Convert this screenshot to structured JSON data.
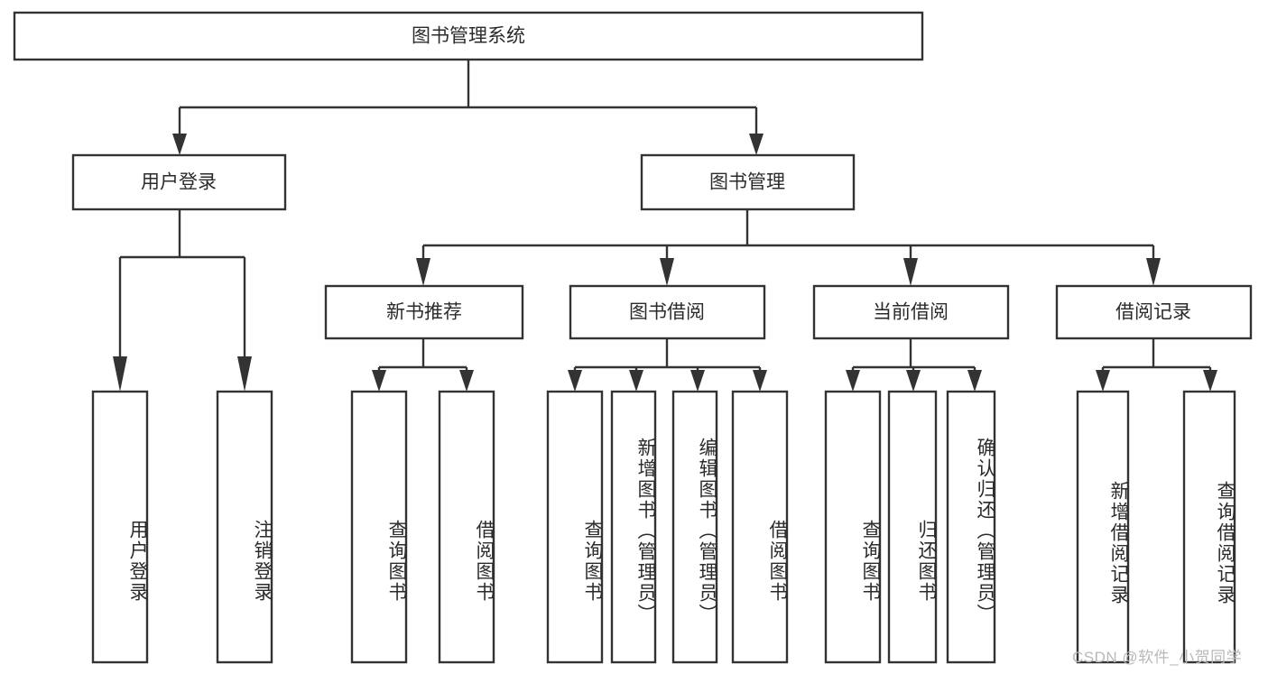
{
  "diagram": {
    "type": "tree-hierarchy",
    "title": "图书管理系统",
    "watermark": "CSDN @软件_小贺同学",
    "colors": {
      "stroke": "#333333",
      "box_fill": "#ffffff",
      "text": "#2b2b2b",
      "background": "#ffffff",
      "watermark": "#b9b9b9"
    },
    "root": {
      "label": "图书管理系统",
      "children": [
        {
          "label": "用户登录",
          "children": [
            {
              "label": "用户登录"
            },
            {
              "label": "注销登录"
            }
          ]
        },
        {
          "label": "图书管理",
          "children": [
            {
              "label": "新书推荐",
              "children": [
                {
                  "label": "查询图书"
                },
                {
                  "label": "借阅图书"
                }
              ]
            },
            {
              "label": "图书借阅",
              "children": [
                {
                  "label": "查询图书"
                },
                {
                  "label": "新增图书（管理员）"
                },
                {
                  "label": "编辑图书（管理员）"
                },
                {
                  "label": "借阅图书"
                }
              ]
            },
            {
              "label": "当前借阅",
              "children": [
                {
                  "label": "查询图书"
                },
                {
                  "label": "归还图书"
                },
                {
                  "label": "确认归还（管理员）"
                }
              ]
            },
            {
              "label": "借阅记录",
              "children": [
                {
                  "label": "新增借阅记录"
                },
                {
                  "label": "查询借阅记录"
                }
              ]
            }
          ]
        }
      ]
    },
    "nodes": {
      "root": {
        "label": "图书管理系统"
      },
      "l2_user_login": {
        "label": "用户登录"
      },
      "l2_book_mgmt": {
        "label": "图书管理"
      },
      "l3_new_book": {
        "label": "新书推荐"
      },
      "l3_borrow": {
        "label": "图书借阅"
      },
      "l3_current": {
        "label": "当前借阅"
      },
      "l3_records": {
        "label": "借阅记录"
      },
      "leaf_user_login": {
        "label": "用户登录"
      },
      "leaf_logout": {
        "label": "注销登录"
      },
      "leaf_new_query": {
        "label": "查询图书"
      },
      "leaf_new_borrow": {
        "label": "借阅图书"
      },
      "leaf_b_query": {
        "label": "查询图书"
      },
      "leaf_b_add": {
        "label": "新增图书（管理员）"
      },
      "leaf_b_edit": {
        "label": "编辑图书（管理员）"
      },
      "leaf_b_borrow": {
        "label": "借阅图书"
      },
      "leaf_c_query": {
        "label": "查询图书"
      },
      "leaf_c_return": {
        "label": "归还图书"
      },
      "leaf_c_confirm": {
        "label": "确认归还（管理员）"
      },
      "leaf_r_add": {
        "label": "新增借阅记录"
      },
      "leaf_r_query": {
        "label": "查询借阅记录"
      }
    }
  }
}
